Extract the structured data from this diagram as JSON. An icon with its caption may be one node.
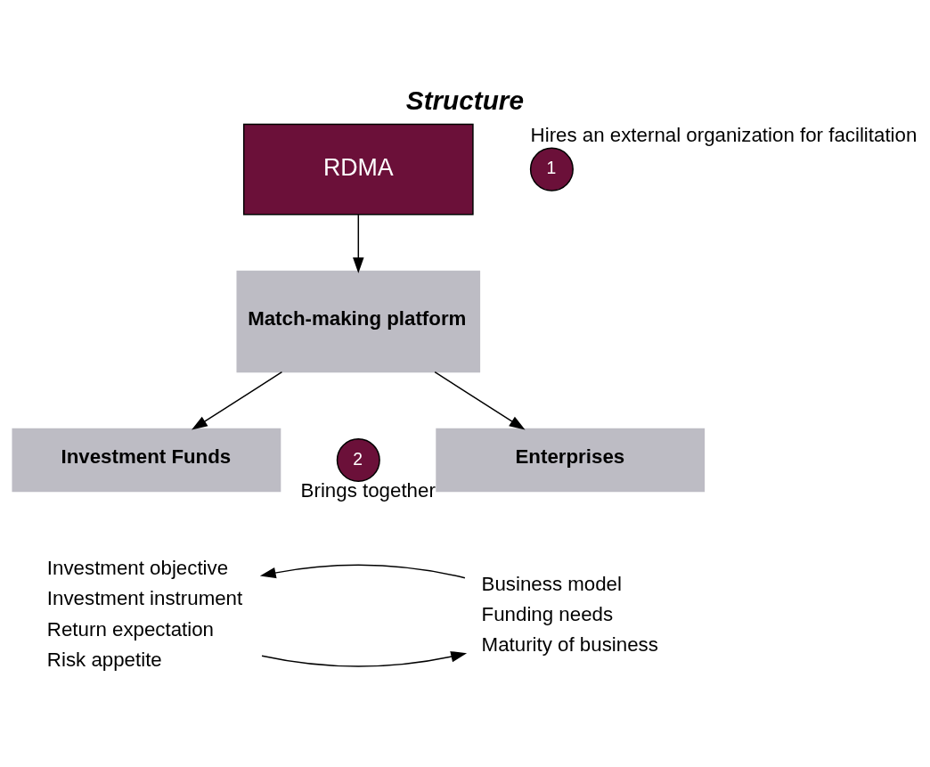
{
  "diagram": {
    "title": "Structure",
    "nodes": [
      {
        "text": [
          "RDMA"
        ]
      },
      {
        "text": [
          "1"
        ],
        "beside": [
          "Hires an external organization for facilitation"
        ]
      },
      {
        "text": [
          "Match-making platform"
        ]
      },
      {
        "text": [
          "Investment Funds"
        ]
      },
      {
        "text": [
          "2"
        ],
        "beside": [
          "Brings together"
        ]
      },
      {
        "text": [
          "Enterprises"
        ]
      },
      {
        "text": [
          "Investment objective",
          "Investment instrument",
          "Return expectation",
          "Risk appetite"
        ]
      },
      {
        "text": [
          "Business model",
          "Funding needs",
          "Maturity of business"
        ]
      }
    ],
    "edges": [
      {
        "from": 0,
        "to": 2,
        "arrow": "to"
      },
      {
        "from": 2,
        "to": 3,
        "arrow": "to"
      },
      {
        "from": 2,
        "to": 5,
        "arrow": "to"
      },
      {
        "from": 6,
        "to": 7,
        "arrow": "to"
      },
      {
        "from": 7,
        "to": 6,
        "arrow": "to"
      }
    ]
  }
}
